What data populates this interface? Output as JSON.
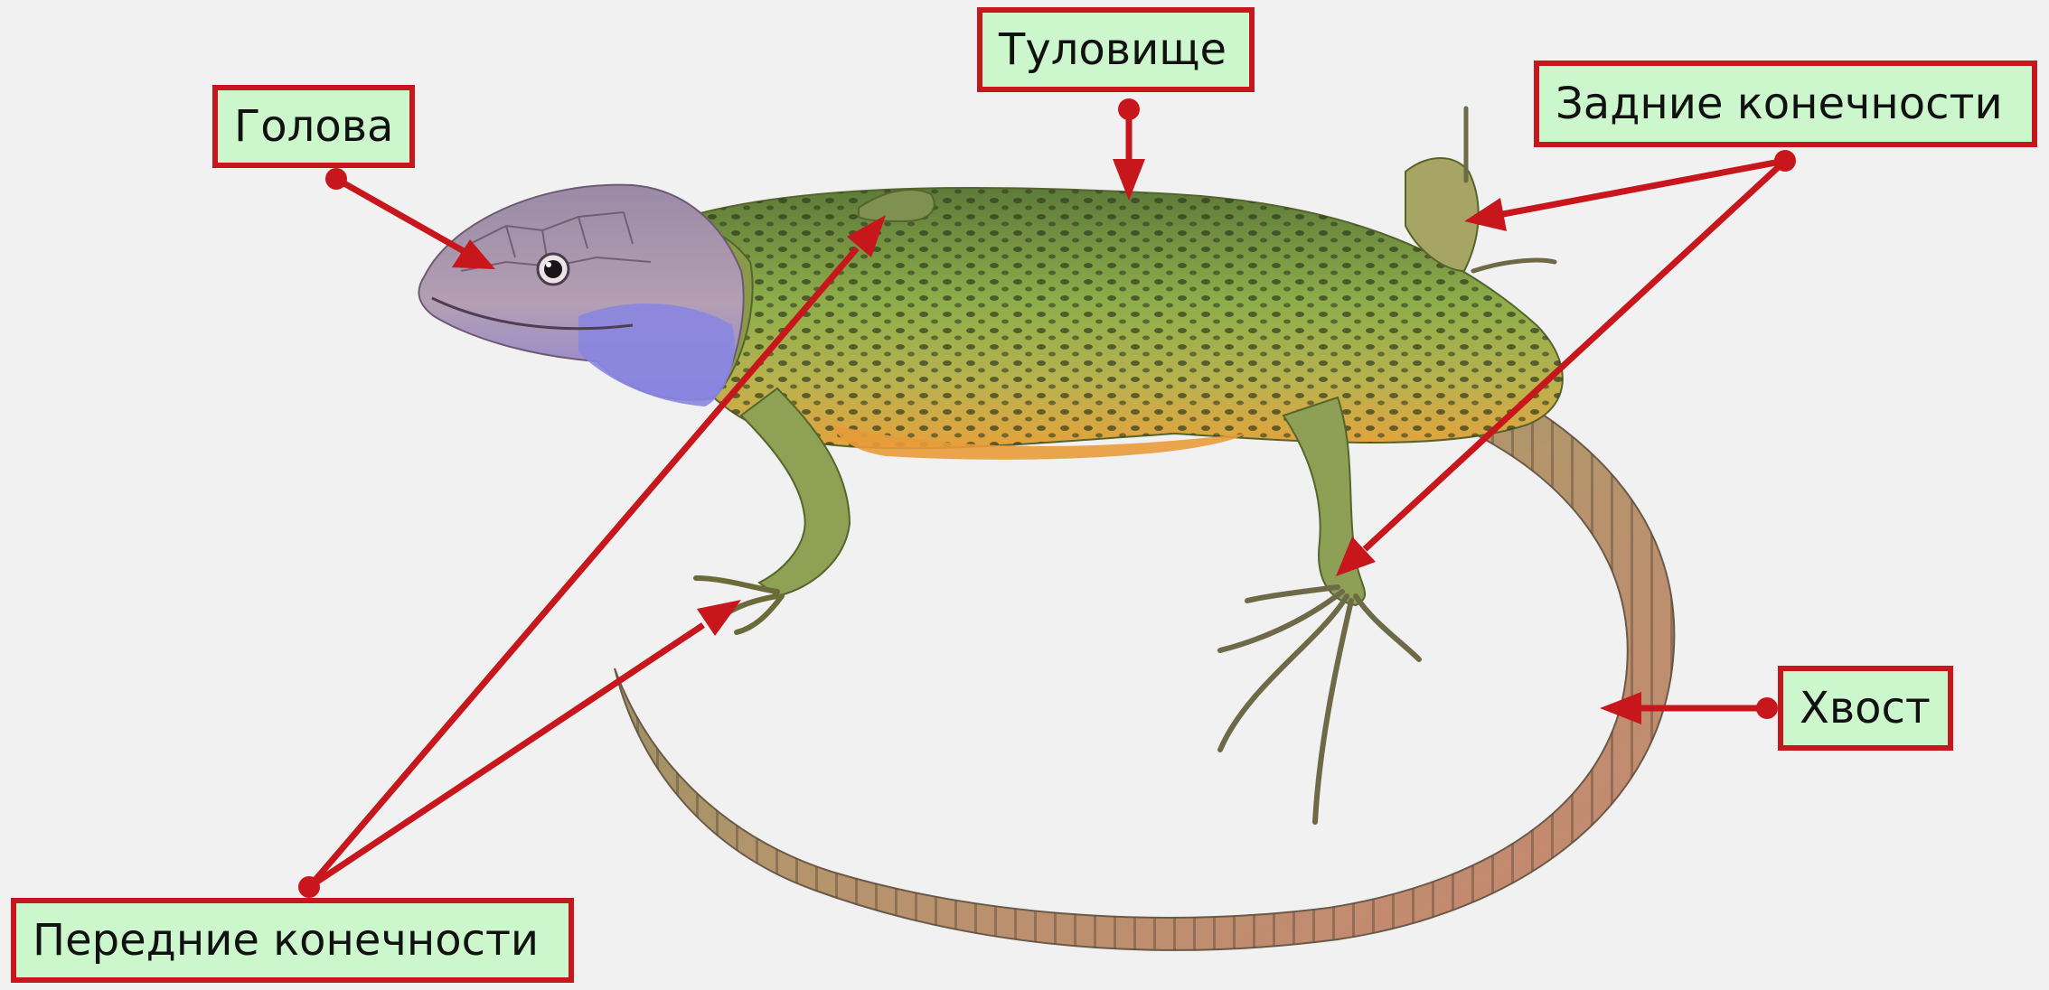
{
  "labels": {
    "head": "Голова",
    "body": "Туловище",
    "hind_limbs": "Задние конечности",
    "tail": "Хвост",
    "fore_limbs": "Передние конечности"
  },
  "colors": {
    "background": "#f1f1f1",
    "label_fill": "#ccf7cc",
    "label_border": "#c8161d",
    "arrow": "#c8161d"
  }
}
